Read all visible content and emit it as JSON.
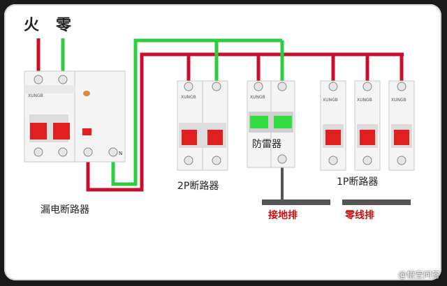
{
  "labels": {
    "live": "火",
    "neutral": "零",
    "rcd": "漏电断路器",
    "breaker_2p": "2P断路器",
    "spd": "防雷器",
    "breaker_1p": "1P断路器",
    "ground_bar": "接地排",
    "neutral_bar": "零线排",
    "brand": "XUNGB",
    "terminal_n": "N"
  },
  "watermark": "@悟空问答",
  "colors": {
    "live_wire": "#c8102e",
    "neutral_wire": "#2ecc40",
    "ground_wire": "#555555",
    "bar": "#555555",
    "breaker_body": "#f2f2f2",
    "handle": "#e02020",
    "spd_window": "#33dd44",
    "label_red": "#cc1111"
  }
}
